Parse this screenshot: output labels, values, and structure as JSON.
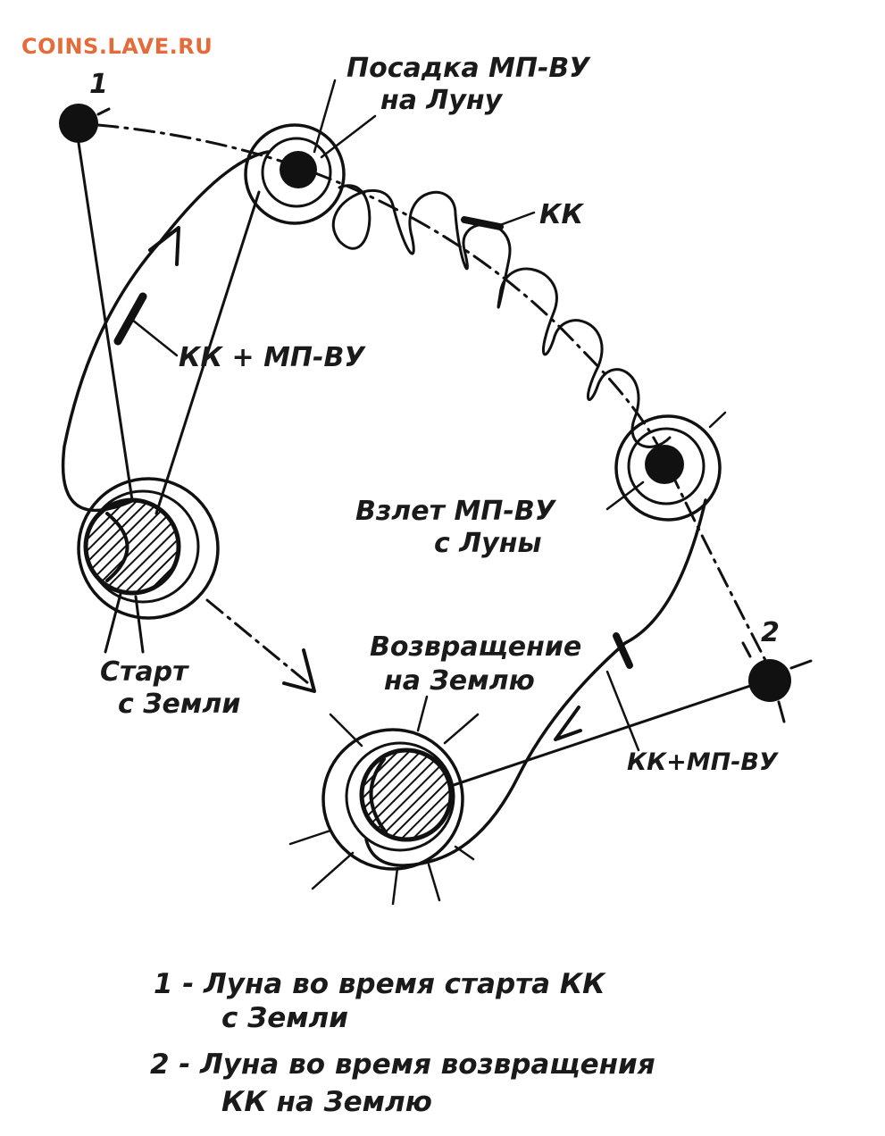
{
  "watermark": {
    "text": "COINS.LAVE.RU",
    "color": "#e36c3a"
  },
  "markers": {
    "moon_1": "1",
    "moon_2": "2"
  },
  "labels": {
    "landing_line1": "Посадка МП-ВУ",
    "landing_line2": "на Луну",
    "kk": "КК",
    "kk_mp_vu_outbound": "КК + МП-ВУ",
    "takeoff_line1": "Взлет МП-ВУ",
    "takeoff_line2": "с Луны",
    "start_line1": "Старт",
    "start_line2": "с Земли",
    "return_line1": "Возвращение",
    "return_line2": "на Землю",
    "kk_mp_vu_return": "КК+МП-ВУ"
  },
  "legend": {
    "item1_line1": "1 -  Луна  во время  старта КК",
    "item1_line2": "с Земли",
    "item2_line1": "2 -  Луна  во время  возвращения",
    "item2_line2": "КК на Землю"
  },
  "colors": {
    "ink": "#111111",
    "background": "#ffffff"
  },
  "icons": [
    "moon-position-dot",
    "earth-globe",
    "moon-orbit-circle",
    "direction-arrow"
  ]
}
